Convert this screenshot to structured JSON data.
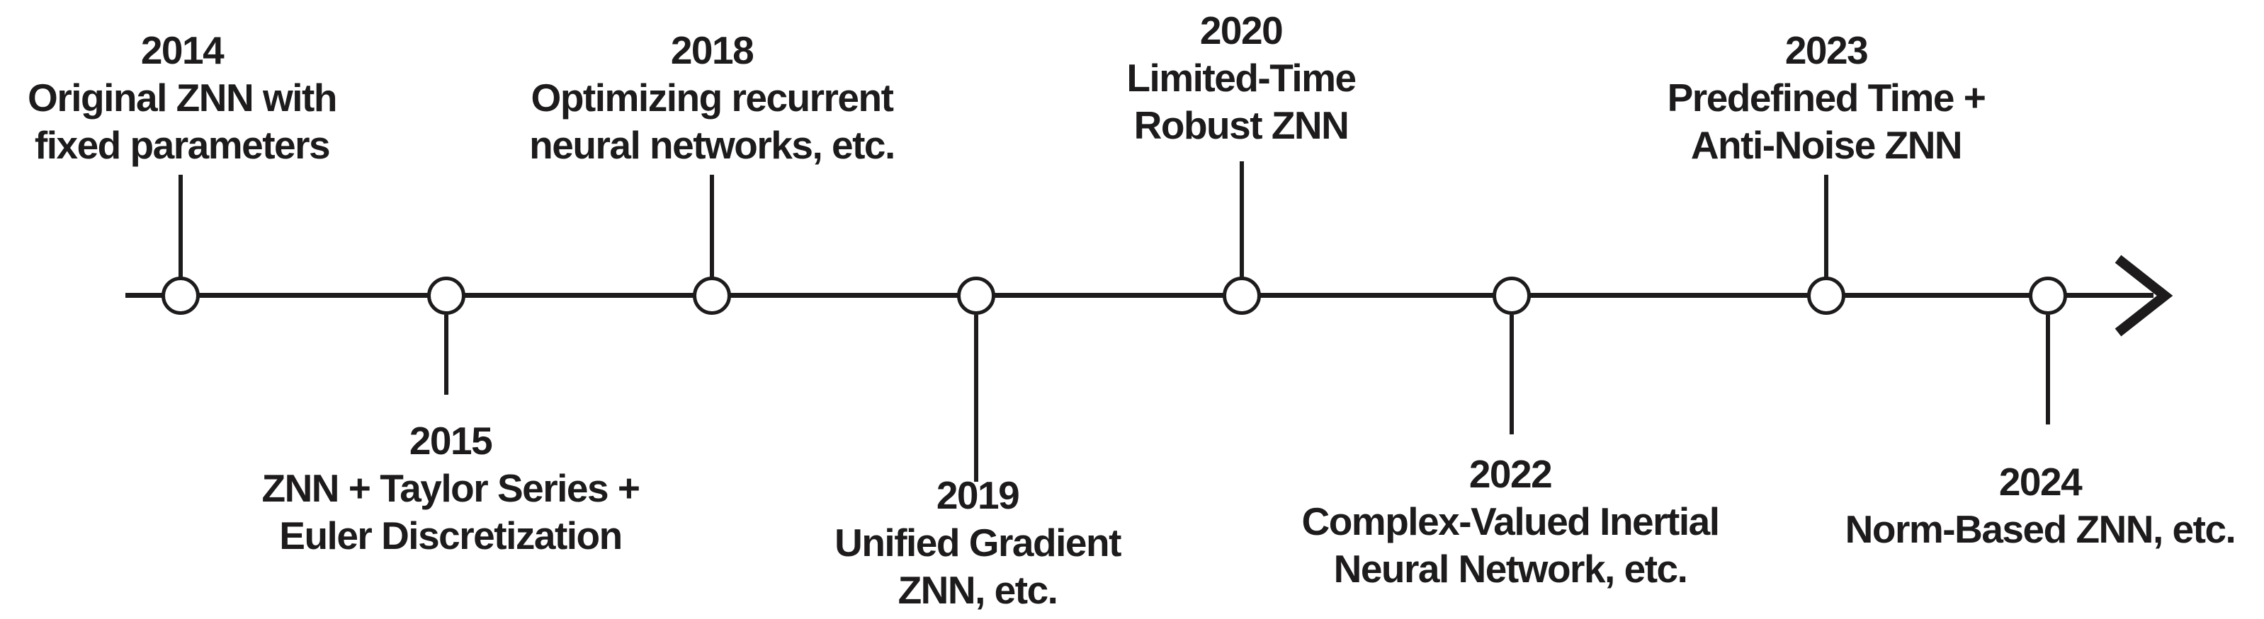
{
  "figure": {
    "background_color": "#ffffff",
    "ink_color": "#1d1b1c",
    "axis": {
      "orientation": "horizontal",
      "arrowhead": "right"
    }
  },
  "timeline": {
    "events": [
      {
        "year": "2014",
        "desc_line1": "Original ZNN with",
        "desc_line2": "fixed parameters",
        "side": "above"
      },
      {
        "year": "2015",
        "desc_line1": "ZNN + Taylor Series +",
        "desc_line2": "Euler Discretization",
        "side": "below"
      },
      {
        "year": "2018",
        "desc_line1": "Optimizing recurrent",
        "desc_line2": "neural networks, etc.",
        "side": "above"
      },
      {
        "year": "2019",
        "desc_line1": "Unified Gradient",
        "desc_line2": "ZNN, etc.",
        "side": "below"
      },
      {
        "year": "2020",
        "desc_line1": "Limited-Time",
        "desc_line2": "Robust ZNN",
        "side": "above"
      },
      {
        "year": "2022",
        "desc_line1": "Complex-Valued Inertial",
        "desc_line2": "Neural Network, etc.",
        "side": "below"
      },
      {
        "year": "2023",
        "desc_line1": "Predefined Time +",
        "desc_line2": "Anti-Noise ZNN",
        "side": "above"
      },
      {
        "year": "2024",
        "desc_line1": "Norm-Based ZNN, etc.",
        "desc_line2": "",
        "side": "below"
      }
    ]
  }
}
